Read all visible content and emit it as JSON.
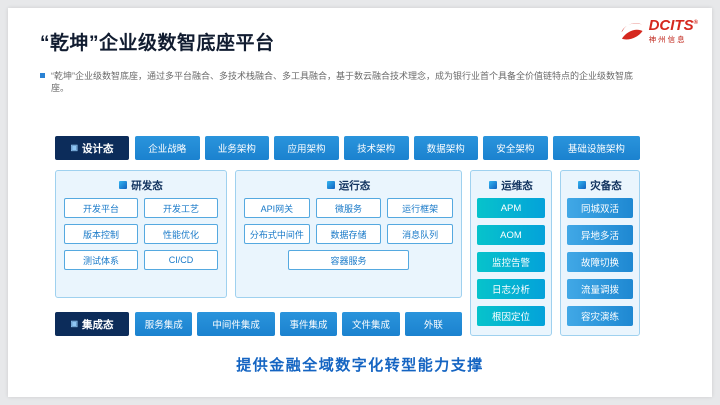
{
  "slide": {
    "title": "“乾坤”企业级数智底座平台",
    "subtitle": "“乾坤”企业级数智底座，通过多平台融合、多技术栈融合、多工具融合，基于数云融合技术理念，成为银行业首个具备全价值链特点的企业级数智底座。",
    "footer": "提供金融全域数字化转型能力支撑"
  },
  "logo": {
    "name": "DCITS",
    "reg": "®",
    "sub": "神州信息"
  },
  "diagram": {
    "design_row": {
      "label": "设计态",
      "items": [
        "企业战略",
        "业务架构",
        "应用架构",
        "技术架构",
        "数据架构",
        "安全架构",
        "基础设施架构"
      ]
    },
    "dev_panel": {
      "label": "研发态",
      "items": [
        "开发平台",
        "开发工艺",
        "版本控制",
        "性能优化",
        "测试体系",
        "CI/CD"
      ]
    },
    "run_panel": {
      "label": "运行态",
      "items": [
        "API网关",
        "微服务",
        "运行框架",
        "分布式中间件",
        "数据存储",
        "消息队列"
      ],
      "wide_item": "容器服务"
    },
    "ops_column": {
      "label": "运维态",
      "items": [
        "APM",
        "AOM",
        "监控告警",
        "日志分析",
        "根因定位"
      ]
    },
    "dr_column": {
      "label": "灾备态",
      "items": [
        "同城双活",
        "异地多活",
        "故障切换",
        "流量调拨",
        "容灾演练"
      ]
    },
    "integration_row": {
      "label": "集成态",
      "items": [
        "服务集成",
        "中间件集成",
        "事件集成",
        "文件集成",
        "外联"
      ]
    }
  },
  "colors": {
    "accent_red": "#d5281e",
    "primary_blue": "#1e88d2",
    "dark_navy": "#0c2c5a",
    "teal": "#04b8d4",
    "panel_blue": "#eaf5fd",
    "footer_blue": "#1464c2"
  }
}
